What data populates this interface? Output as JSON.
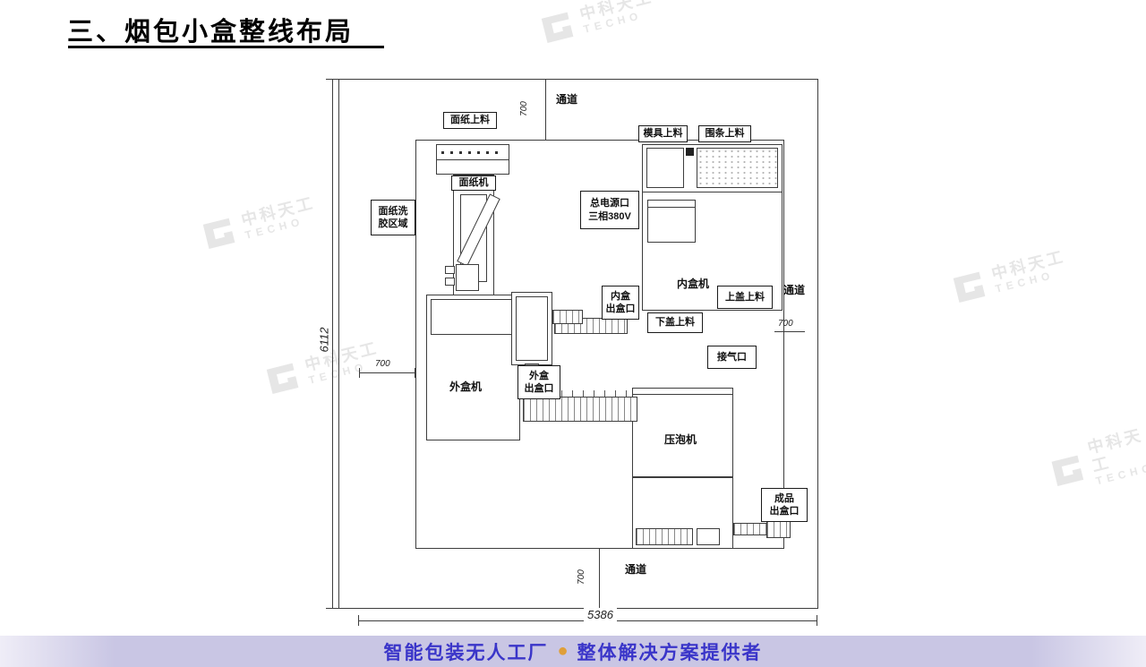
{
  "title": "三、烟包小盒整线布局",
  "footer": {
    "left": "智能包装无人工厂",
    "bullet": "●",
    "right": "整体解决方案提供者"
  },
  "watermark": {
    "cn": "中科天工",
    "en": "TECHO"
  },
  "colors": {
    "footer_text": "#3a35c9",
    "footer_bullet": "#df9f39",
    "footer_bg": "#c9c6e4",
    "watermark": "#e6e6e6",
    "diagram_line": "#3d3d3d"
  },
  "diagram": {
    "labels": {
      "aisle": "通道",
      "face_paper_feed": "面纸上料",
      "face_paper_machine": "面纸机",
      "glue_wash_area": "面纸洗\n胶区域",
      "mold_feed": "模具上料",
      "ring_strip_feed": "围条上料",
      "main_power": "总电源口\n三相380V",
      "inner_box_machine": "内盒机",
      "top_lid_feed": "上盖上料",
      "inner_box_outlet": "内盒\n出盒口",
      "bottom_lid_feed": "下盖上料",
      "air_inlet": "接气口",
      "outer_box_machine": "外盒机",
      "outer_box_outlet": "外盒\n出盒口",
      "press_machine": "压泡机",
      "product_outlet": "成品\n出盒口"
    },
    "dimensions": {
      "aisle_width": "700",
      "total_width": "5386",
      "total_height": "6112"
    }
  }
}
